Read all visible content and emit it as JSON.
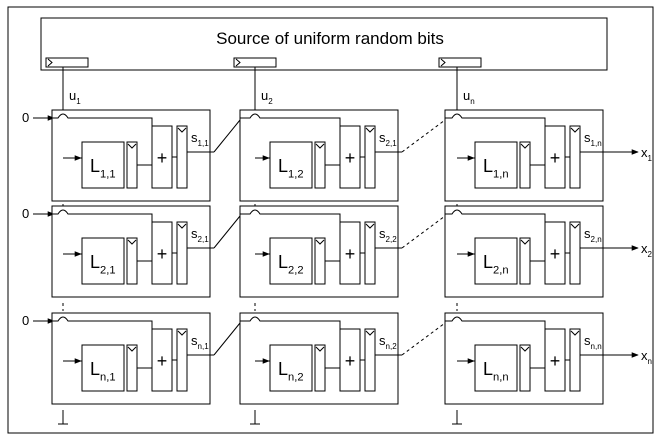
{
  "source": {
    "title": "Source of uniform random bits"
  },
  "columns": [
    {
      "u": "u",
      "sub": "1"
    },
    {
      "u": "u",
      "sub": "2"
    },
    {
      "u": "u",
      "sub": "n"
    }
  ],
  "rows": [
    {
      "input": "0",
      "out": "x",
      "out_sub": "1",
      "cells": [
        {
          "L": "L",
          "Lsub": "1,1",
          "s": "s",
          "ssub": "1,1"
        },
        {
          "L": "L",
          "Lsub": "1,2",
          "s": "s",
          "ssub": "2,1"
        },
        {
          "L": "L",
          "Lsub": "1,n",
          "s": "s",
          "ssub": "1,n"
        }
      ]
    },
    {
      "input": "0",
      "out": "x",
      "out_sub": "2",
      "cells": [
        {
          "L": "L",
          "Lsub": "2,1",
          "s": "s",
          "ssub": "2,1"
        },
        {
          "L": "L",
          "Lsub": "2,2",
          "s": "s",
          "ssub": "2,2"
        },
        {
          "L": "L",
          "Lsub": "2,n",
          "s": "s",
          "ssub": "2,n"
        }
      ]
    },
    {
      "input": "0",
      "out": "x",
      "out_sub": "n",
      "cells": [
        {
          "L": "L",
          "Lsub": "n,1",
          "s": "s",
          "ssub": "n,1"
        },
        {
          "L": "L",
          "Lsub": "n,2",
          "s": "s",
          "ssub": "n,2"
        },
        {
          "L": "L",
          "Lsub": "n,n",
          "s": "s",
          "ssub": "n,n"
        }
      ]
    }
  ],
  "adder_symbol": "+"
}
